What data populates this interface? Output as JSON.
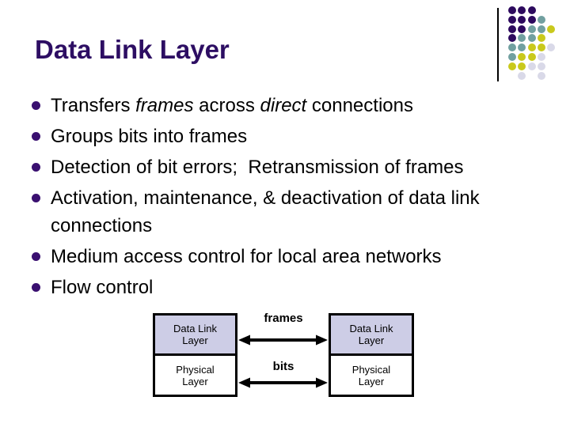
{
  "title": "Data Link Layer",
  "colors": {
    "title_purple": "#2D0E63",
    "bullet_purple": "#3A1070",
    "layer_box_fill": "#CDCDE6",
    "border_black": "#000000"
  },
  "bullets": [
    {
      "parts": [
        "Transfers ",
        "frames",
        " across ",
        "direct",
        " connections"
      ]
    },
    {
      "text": "Groups bits into frames"
    },
    {
      "text": "Detection of bit errors;  Retransmission of frames"
    },
    {
      "lines": [
        "Activation, maintenance, & deactivation of data link",
        "connections"
      ]
    },
    {
      "text": "Medium access control for local area networks"
    },
    {
      "text": "Flow control"
    }
  ],
  "diagram": {
    "frames_label": "frames",
    "bits_label": "bits",
    "left_stack": {
      "data_link": [
        "Data Link",
        "Layer"
      ],
      "physical": [
        "Physical",
        "Layer"
      ]
    },
    "right_stack": {
      "data_link": [
        "Data Link",
        "Layer"
      ],
      "physical": [
        "Physical",
        "Layer"
      ]
    }
  },
  "decor_dots": {
    "pattern": [
      "PPP..",
      "PPPT.",
      "PPTTY",
      "PTTY.",
      "TTYYL",
      "TYYL.",
      "YYLL.",
      ".L.L."
    ],
    "palette": {
      "P": "#2D0A5E",
      "T": "#71A0A0",
      "Y": "#C9C91C",
      "L": "#D9D9E8"
    }
  }
}
